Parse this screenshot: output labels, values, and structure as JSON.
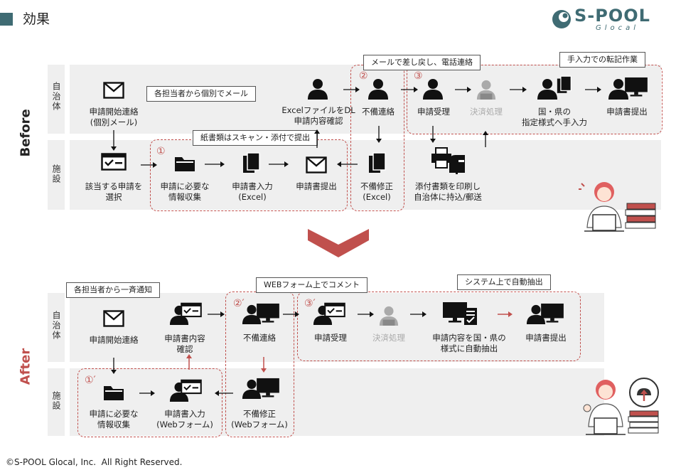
{
  "header": {
    "title": "効果",
    "logo_main": "S-POOL",
    "logo_sub": "Glocal"
  },
  "labels": {
    "jichitai": "自治体",
    "shisetsu": "施設"
  },
  "before": {
    "phase": "Before",
    "callouts": {
      "mail": "各担当者から個別でメール",
      "scan": "紙書類はスキャン・添付で提出",
      "return": "メールで差し戻し、電話連絡",
      "manual": "手入力での転記作業"
    },
    "nums": {
      "n1": "①",
      "n2": "②",
      "n3": "③"
    },
    "nodes": {
      "start_l1": "申請開始連絡",
      "start_l2": "(個別メール)",
      "select_l1": "該当する申請を",
      "select_l2": "選択",
      "collect_l1": "申請に必要な",
      "collect_l2": "情報収集",
      "input_l1": "申請書入力",
      "input_l2": "(Excel)",
      "submit": "申請書提出",
      "dl_l1": "ExcelファイルをDL",
      "dl_l2": "申請内容確認",
      "defect": "不備連絡",
      "fix_l1": "不備修正",
      "fix_l2": "(Excel)",
      "accept": "申請受理",
      "approval": "決済処理",
      "manual_l1": "国・県の",
      "manual_l2": "指定様式へ手入力",
      "final": "申請書提出",
      "print_l1": "添付書類を印刷し",
      "print_l2": "自治体に持込/郵送"
    }
  },
  "after": {
    "phase": "After",
    "callouts": {
      "notify": "各担当者から一斉通知",
      "web": "WEBフォーム上でコメント",
      "system": "システム上で自動抽出"
    },
    "nums": {
      "n1": "①′",
      "n2": "②′",
      "n3": "③′"
    },
    "nodes": {
      "start": "申請開始連絡",
      "check_l1": "申請書内容",
      "check_l2": "確認",
      "collect_l1": "申請に必要な",
      "collect_l2": "情報収集",
      "input_l1": "申請書入力",
      "input_l2": "(Webフォーム)",
      "defect": "不備連絡",
      "fix_l1": "不備修正",
      "fix_l2": "(Webフォーム)",
      "accept": "申請受理",
      "approval": "決済処理",
      "extract_l1": "申請内容を国・県の",
      "extract_l2": "様式に自動抽出",
      "final": "申請書提出"
    }
  },
  "footer": {
    "copyright": "©S-POOL Glocal, Inc.  All Right Reserved."
  }
}
